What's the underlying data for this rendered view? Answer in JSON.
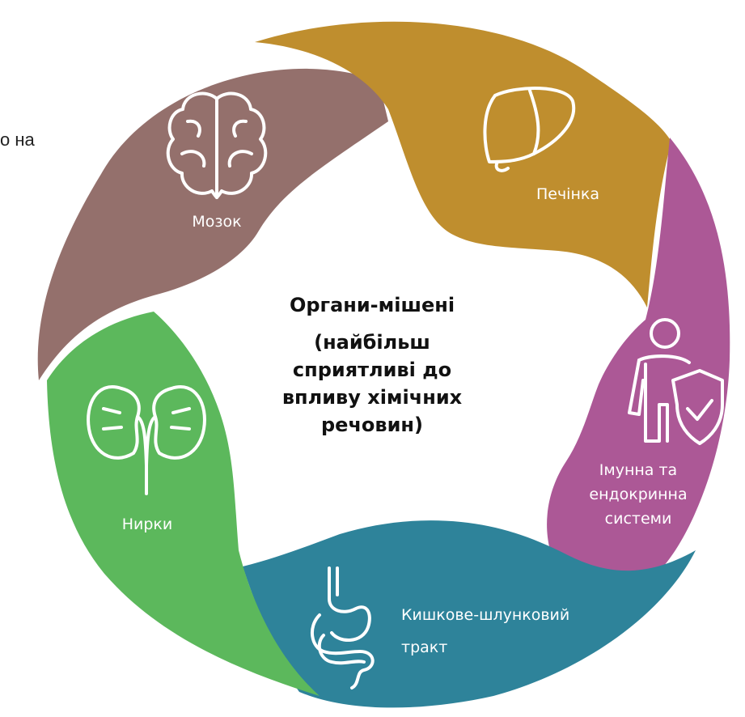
{
  "stray_text": "о на",
  "center": {
    "title": "Органи-мішені",
    "subtitle_lines": [
      "(найбільш",
      "сприятливі до",
      "впливу хімічних",
      "речовин)"
    ]
  },
  "segments": [
    {
      "id": "brain",
      "label_lines": [
        "Мозок"
      ],
      "color": "#94706C",
      "icon": "brain-icon"
    },
    {
      "id": "liver",
      "label_lines": [
        "Печінка"
      ],
      "color": "#BF8E2E",
      "icon": "liver-icon"
    },
    {
      "id": "immune",
      "label_lines": [
        "Імунна та",
        "ендокринна",
        "системи"
      ],
      "color": "#AC5896",
      "icon": "person-shield-icon"
    },
    {
      "id": "gi",
      "label_lines": [
        "Кишкове-шлунковий",
        "тракт"
      ],
      "color": "#2E839A",
      "icon": "stomach-icon"
    },
    {
      "id": "kidneys",
      "label_lines": [
        "Нирки"
      ],
      "color": "#5CB85C",
      "icon": "kidneys-icon"
    }
  ]
}
